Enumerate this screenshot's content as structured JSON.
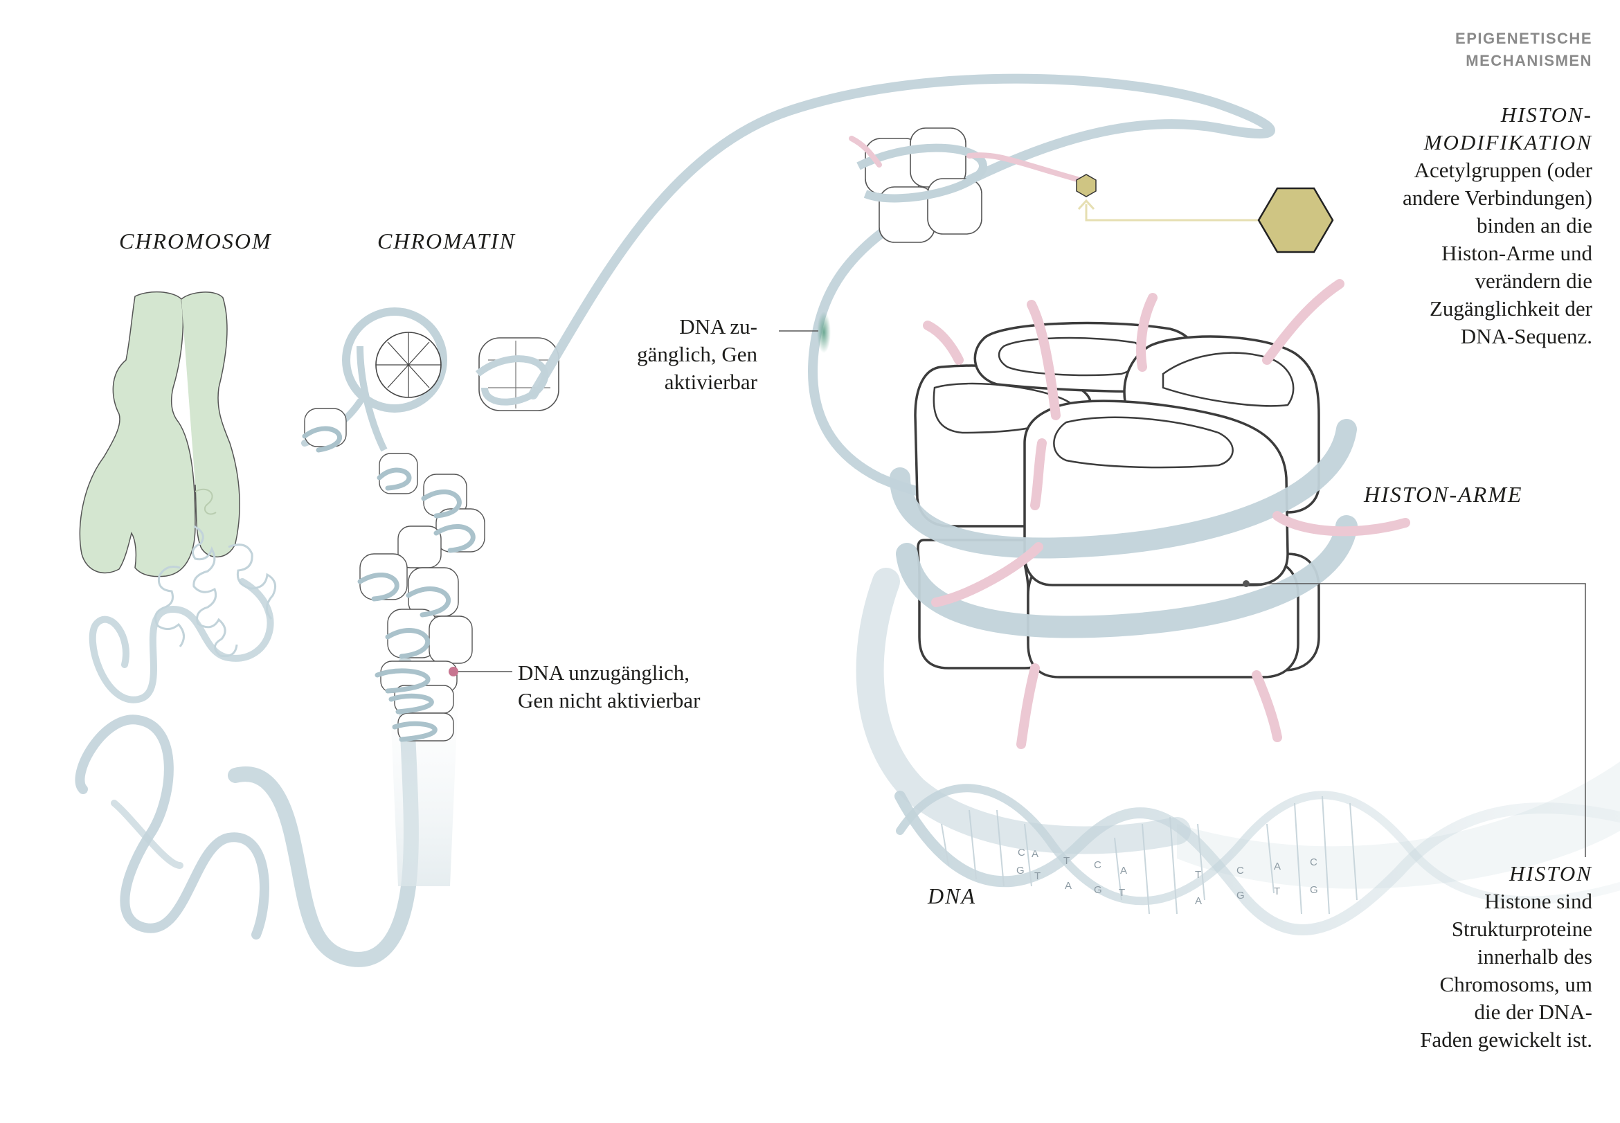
{
  "section_title": {
    "line1": "EPIGENETISCHE",
    "line2": "MECHANISMEN"
  },
  "labels": {
    "chromosom": "CHROMOSOM",
    "chromatin": "CHROMATIN",
    "dna": "DNA",
    "histon_arme": "HISTON-ARME"
  },
  "callouts": {
    "dna_accessible": {
      "line1": "DNA zu-",
      "line2": "gänglich, Gen",
      "line3": "aktivierbar"
    },
    "dna_inaccessible": {
      "line1": "DNA unzugänglich,",
      "line2": "Gen nicht aktivierbar"
    },
    "histon_modifikation": {
      "title1": "HISTON-",
      "title2": "MODIFIKATION",
      "lines": [
        "Acetylgruppen (oder",
        "andere Verbindungen)",
        "binden an die",
        "Histon-Arme und",
        "verändern die",
        "Zugänglichkeit der",
        "DNA-Sequenz."
      ]
    },
    "histon": {
      "title": "HISTON",
      "lines": [
        "Histone sind",
        "Strukturproteine",
        "innerhalb des",
        "Chromosoms, um",
        "die der DNA-",
        "Faden gewickelt ist."
      ]
    }
  },
  "dna_bases": {
    "left_top": [
      "C",
      "A",
      "T",
      "C",
      "A"
    ],
    "left_bottom": [
      "G",
      "T",
      "A",
      "G",
      "T"
    ],
    "right_top": [
      "T",
      "C",
      "A",
      "C"
    ],
    "right_bottom": [
      "A",
      "G",
      "T",
      "G"
    ]
  },
  "colors": {
    "dna_strand": "#c2d3da",
    "chromosome": "#d4e6d0",
    "histone_arm": "#ecc8d3",
    "acetyl_group": "#cfc583",
    "accessible_mark": "#5a9e86",
    "inaccessible_mark": "#c77590",
    "outline": "#3c3c3c",
    "title_gray": "#8a8a8a"
  }
}
